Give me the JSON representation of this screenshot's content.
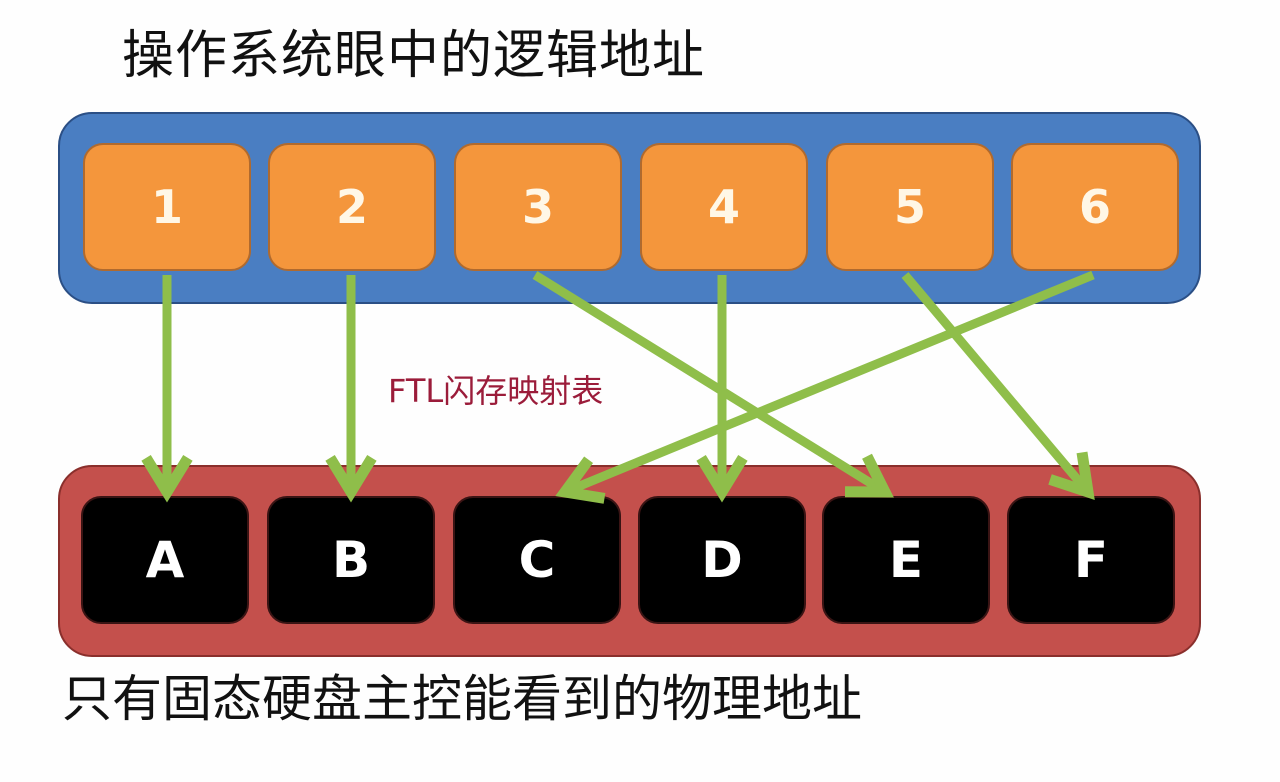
{
  "title": "操作系统眼中的逻辑地址",
  "bottom_title": "只有固态硬盘主控能看到的物理地址",
  "ftl_label": "FTL闪存映射表",
  "logical_blocks": [
    "1",
    "2",
    "3",
    "4",
    "5",
    "6"
  ],
  "physical_blocks": [
    "A",
    "B",
    "C",
    "D",
    "E",
    "F"
  ],
  "mappings": [
    {
      "from": "1",
      "to": "A"
    },
    {
      "from": "2",
      "to": "B"
    },
    {
      "from": "3",
      "to": "E"
    },
    {
      "from": "4",
      "to": "D"
    },
    {
      "from": "5",
      "to": "F"
    },
    {
      "from": "6",
      "to": "C"
    }
  ],
  "colors": {
    "logical_container": "#4a7ec2",
    "logical_block": "#f4963c",
    "physical_container": "#c4504c",
    "physical_block": "#000000",
    "arrow": "#8fbe4a",
    "ftl_label": "#9b1c3a"
  }
}
